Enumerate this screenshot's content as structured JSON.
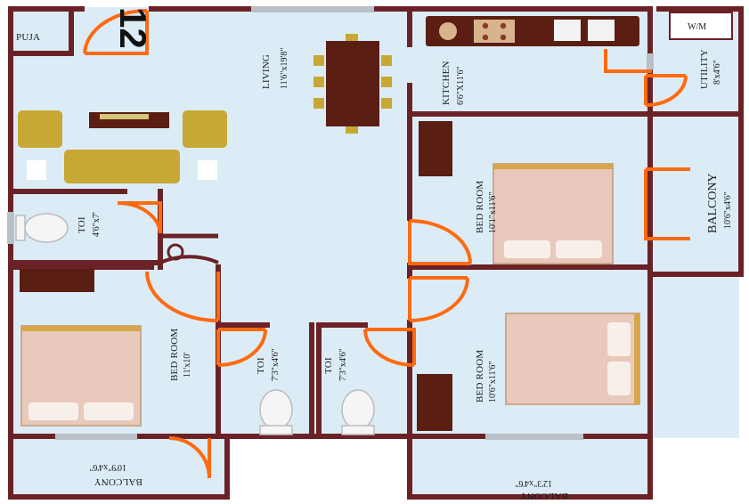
{
  "unit": {
    "number": "12"
  },
  "rooms": {
    "puja": {
      "name": "PUJA"
    },
    "living": {
      "name": "LIVING",
      "dim": "11'6\"x19'8\""
    },
    "kitchen": {
      "name": "KITCHEN",
      "dim": "6'6\"X11'6\""
    },
    "wm": {
      "name": "W/M"
    },
    "utility": {
      "name": "UTILITY",
      "dim": "8'x4'6\""
    },
    "balcony_east": {
      "name": "BALCONY",
      "dim": "10'6\"x4'6\""
    },
    "bed_ne": {
      "name": "BED ROOM",
      "dim": "10'1\"x11'6\""
    },
    "toi_w": {
      "name": "TOI",
      "dim": "4'6\"x7'"
    },
    "bed_sw": {
      "name": "BED ROOM",
      "dim": "11'x10'"
    },
    "toi_c1": {
      "name": "TOI",
      "dim": "7'3\"x4'6\""
    },
    "toi_c2": {
      "name": "TOI",
      "dim": "7'3\"x4'6\""
    },
    "bed_se": {
      "name": "BED ROOM",
      "dim": "10'6\"x11'6\""
    },
    "balcony_sw": {
      "name": "BALCONY",
      "dim": "10'9\"x4'6\""
    },
    "balcony_se": {
      "name": "BALCONY",
      "dim": "12'3\"x4'6\""
    }
  },
  "colors": {
    "wall": "#6b2226",
    "floor": "#dcecf7",
    "door": "#ff6a10",
    "wood": "#5a1e12",
    "sofa": "#c8a834",
    "bed": "#e9c9bc"
  }
}
